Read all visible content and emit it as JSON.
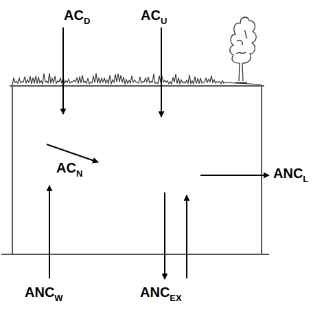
{
  "diagram": {
    "labels": [
      "AC",
      "D",
      "AC",
      "U",
      "AC",
      "N",
      "ANC",
      "L",
      "ANC",
      "W",
      "ANC",
      "EX"
    ]
  }
}
